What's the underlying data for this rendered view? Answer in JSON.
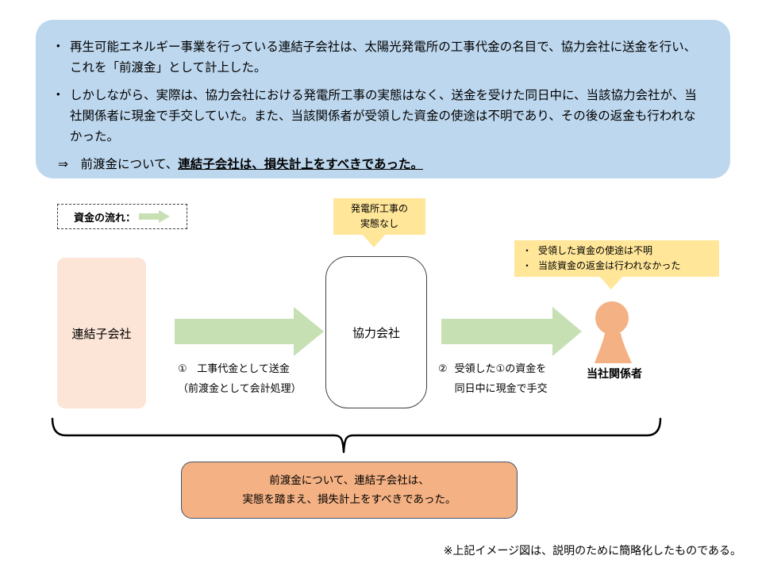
{
  "summary": {
    "marker": "•",
    "bullets": [
      "再生可能エネルギー事業を行っている連結子会社は、太陽光発電所の工事代金の名目で、協力会社に送金を行い、これを「前渡金」として計上した。",
      "しかしながら、実際は、協力会社における発電所工事の実態はなく、送金を受けた同日中に、当該協力会社が、当社関係者に現金で手交していた。また、当該関係者が受領した資金の使途は不明であり、その後の返金も行われなかった。"
    ],
    "conclusion_prefix": "⇒　前渡金について、",
    "conclusion_emphasis": "連結子会社は、損失計上をすべきであった。"
  },
  "legend": {
    "label": "資金の流れ："
  },
  "callouts": {
    "construction": {
      "line1": "発電所工事の",
      "line2": "実態なし"
    },
    "usage": {
      "marker": "・",
      "items": [
        "受領した資金の使途は不明",
        "当該資金の返金は行われなかった"
      ]
    }
  },
  "entities": {
    "subsidiary": "連結子会社",
    "partner": "協力会社",
    "insider": "当社関係者"
  },
  "flows": {
    "step1": {
      "number": "①",
      "text": "工事代金として送金",
      "note": "（前渡金として会計処理）"
    },
    "step2": {
      "number": "②",
      "line1": "受領した①の資金を",
      "line2": "同日中に現金で手交"
    }
  },
  "conclusion": {
    "line1": "前渡金について、連結子会社は、",
    "line2": "実態を踏まえ、損失計上をすべきであった。"
  },
  "footnote": "※上記イメージ図は、説明のために簡略化したものである。",
  "colors": {
    "panel_blue": "#BDD7EE",
    "callout_yellow": "#FFE699",
    "entity_pink": "#FCE4D6",
    "arrow_green": "#C6E0B4",
    "person_orange": "#F4B183",
    "conclusion_orange": "#F4B183"
  }
}
